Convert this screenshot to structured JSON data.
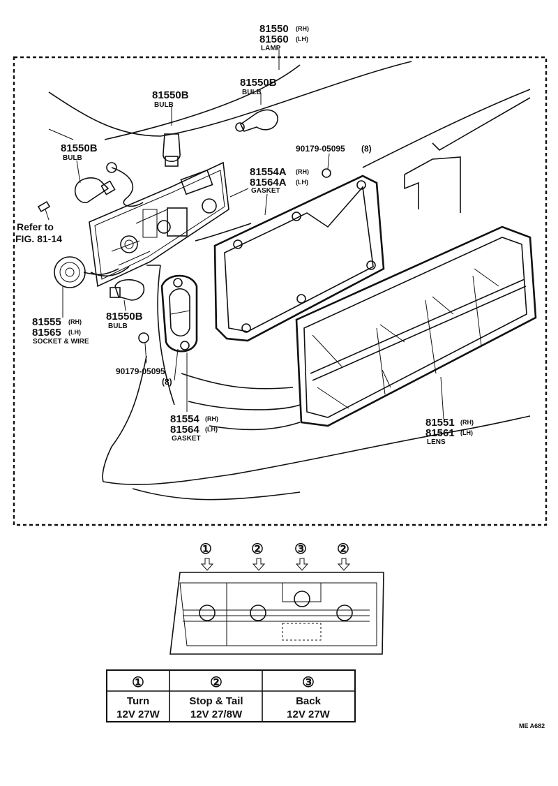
{
  "labels": {
    "lamp": {
      "no_rh": "81550",
      "side_rh": "(RH)",
      "no_lh": "81560",
      "side_lh": "(LH)",
      "name": "LAMP"
    },
    "bulb_top_right": {
      "no": "81550B",
      "name": "BULB"
    },
    "bulb_top_left": {
      "no": "81550B",
      "name": "BULB"
    },
    "bulb_left": {
      "no": "81550B",
      "name": "BULB"
    },
    "bulb_lower": {
      "no": "81550B",
      "name": "BULB"
    },
    "nut_upper": {
      "no": "90179-05095",
      "qty": "(8)"
    },
    "nut_lower": {
      "no": "90179-05095",
      "qty": "(8)"
    },
    "gasket_a": {
      "no_rh": "81554A",
      "side_rh": "(RH)",
      "no_lh": "81564A",
      "side_lh": "(LH)",
      "name": "GASKET"
    },
    "gasket_b": {
      "no_rh": "81554",
      "side_rh": "(RH)",
      "no_lh": "81564",
      "side_lh": "(LH)",
      "name": "GASKET"
    },
    "socket": {
      "no_rh": "81555",
      "side_rh": "(RH)",
      "no_lh": "81565",
      "side_lh": "(LH)",
      "name": "SOCKET & WIRE"
    },
    "lens": {
      "no_rh": "81551",
      "side_rh": "(RH)",
      "no_lh": "81561",
      "side_lh": "(LH)",
      "name": "LENS"
    },
    "refer_line1": "Refer to",
    "refer_line2": "FIG. 81-14"
  },
  "position_markers": [
    "①",
    "②",
    "③",
    "②"
  ],
  "bulb_table": {
    "headers": [
      "①",
      "②",
      "③"
    ],
    "functions": [
      "Turn",
      "Stop & Tail",
      "Back"
    ],
    "ratings": [
      "12V 27W",
      "12V 27/8W",
      "12V 27W"
    ]
  },
  "code": "ME  A682"
}
